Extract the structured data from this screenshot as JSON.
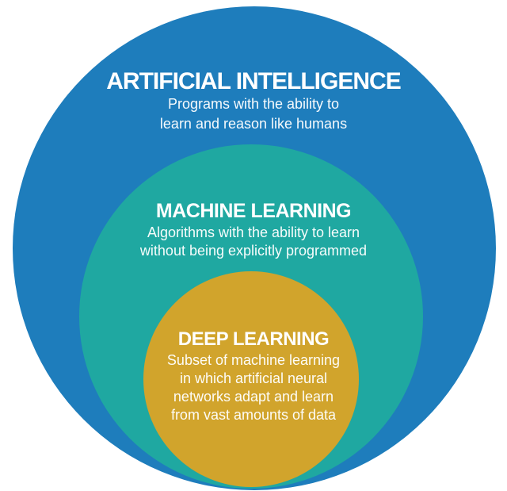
{
  "background_color": "#ffffff",
  "text_color": "#ffffff",
  "rings": [
    {
      "name": "artificial-intelligence",
      "label": "ARTIFICIAL INTELLIGENCE",
      "description_lines": [
        "Programs with the ability to",
        "learn and reason like humans"
      ],
      "color": "#1e7dbc"
    },
    {
      "name": "machine-learning",
      "label": "MACHINE LEARNING",
      "description_lines": [
        "Algorithms with the ability to learn",
        "without being explicitly programmed"
      ],
      "color": "#1fa8a1"
    },
    {
      "name": "deep-learning",
      "label": "DEEP LEARNING",
      "description_lines": [
        "Subset of machine learning",
        "in which artificial neural",
        "networks adapt and learn",
        "from vast amounts of data"
      ],
      "color": "#d1a42c"
    }
  ]
}
